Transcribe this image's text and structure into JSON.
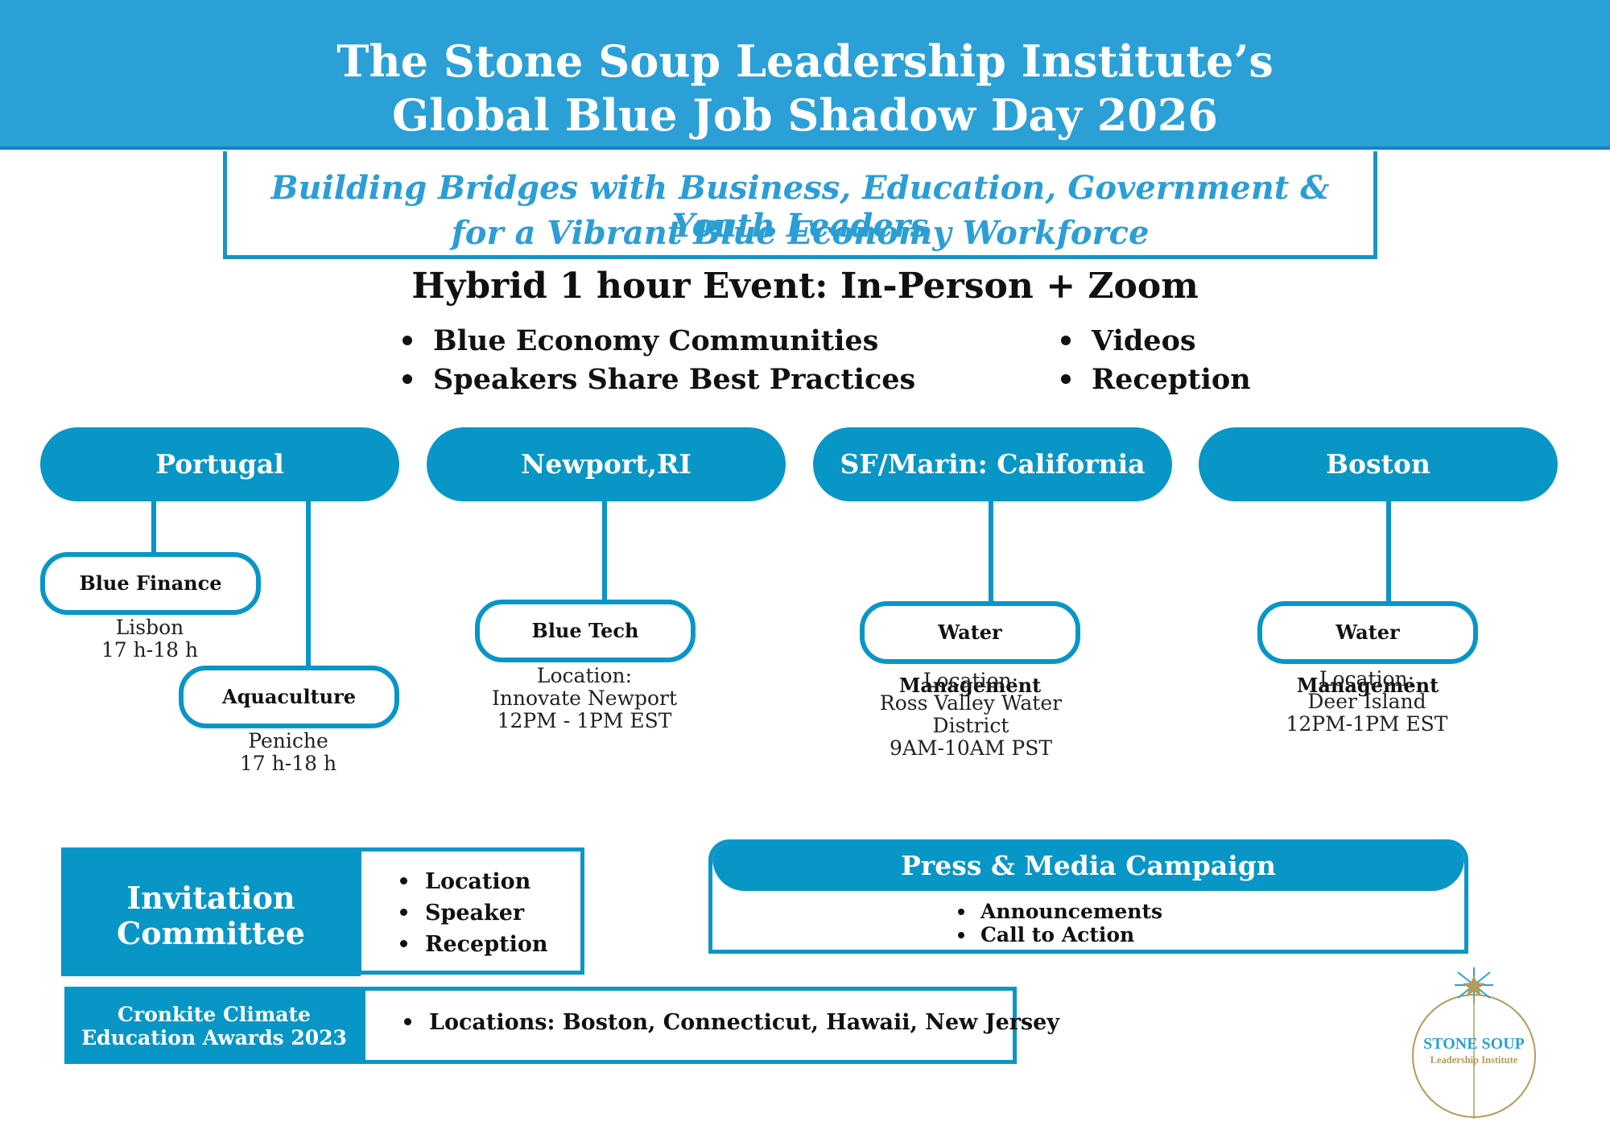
{
  "header": {
    "title_line1": "The Stone Soup Leadership Institute’s",
    "title_line2": "Global Blue Job Shadow Day 2026"
  },
  "tagline": {
    "line1": "Building Bridges with Business, Education, Government & Youth Leaders",
    "line2": "for a Vibrant Blue Economy Workforce"
  },
  "event": {
    "title": "Hybrid 1 hour Event: In-Person + Zoom",
    "features_left": [
      "Blue Economy Communities",
      "Speakers Share Best Practices"
    ],
    "features_right": [
      "Videos",
      "Reception"
    ]
  },
  "regions": [
    {
      "name": "Portugal",
      "nodes": [
        {
          "label": "Blue Finance",
          "caption": [
            "Lisbon",
            "17 h-18 h"
          ]
        },
        {
          "label": "Aquaculture",
          "caption": [
            "Peniche",
            "17 h-18 h"
          ]
        }
      ]
    },
    {
      "name": "Newport,RI",
      "nodes": [
        {
          "label": "Blue Tech",
          "caption": [
            "Location:",
            "Innovate Newport",
            "12PM - 1PM EST"
          ]
        }
      ]
    },
    {
      "name": "SF/Marin: California",
      "nodes": [
        {
          "label": "Water Management",
          "caption": [
            "Location:",
            "Ross Valley Water",
            "District",
            "9AM-10AM PST"
          ]
        }
      ]
    },
    {
      "name": "Boston",
      "nodes": [
        {
          "label": "Water Management",
          "caption": [
            "Location:",
            "Deer Island",
            "12PM-1PM EST"
          ]
        }
      ]
    }
  ],
  "invitation": {
    "label_line1": "Invitation",
    "label_line2": "Committee",
    "items": [
      "Location",
      "Speaker",
      "Reception"
    ]
  },
  "press": {
    "title": "Press & Media Campaign",
    "items": [
      "Announcements",
      "Call to Action"
    ]
  },
  "cronkite": {
    "label_line1": "Cronkite Climate",
    "label_line2": "Education Awards 2023",
    "items": [
      "Locations: Boston, Connecticut, Hawaii, New Jersey"
    ]
  },
  "logo": {
    "wordmark_top": "STONE SOUP",
    "wordmark_bottom": "Leadership Institute"
  },
  "colors": {
    "header_bg": "#2aa0d6",
    "accent": "#0896c7",
    "tagline_text": "#2b9ed6",
    "logo_gold": "#b59a5a"
  }
}
